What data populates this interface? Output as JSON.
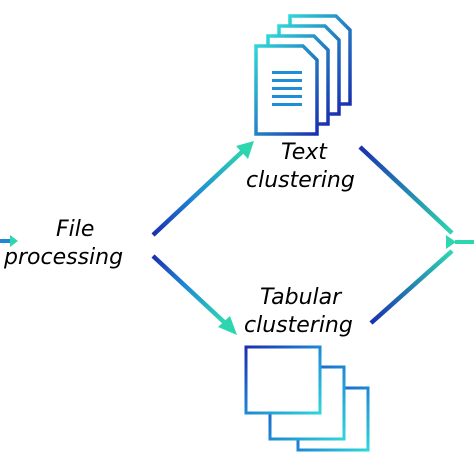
{
  "nodes": {
    "file_processing": {
      "line1": "File",
      "line2": "processing"
    },
    "text_clustering": {
      "line1": "Text",
      "line2": "clustering"
    },
    "tabular_clustering": {
      "line1": "Tabular",
      "line2": "clustering"
    }
  },
  "icons": {
    "documents": "stacked-documents-icon",
    "tables": "stacked-tables-icon"
  },
  "colors": {
    "gradient_start": "#1a2fb0",
    "gradient_mid": "#1e88d6",
    "gradient_end": "#2ed6b0",
    "text": "#000000"
  }
}
